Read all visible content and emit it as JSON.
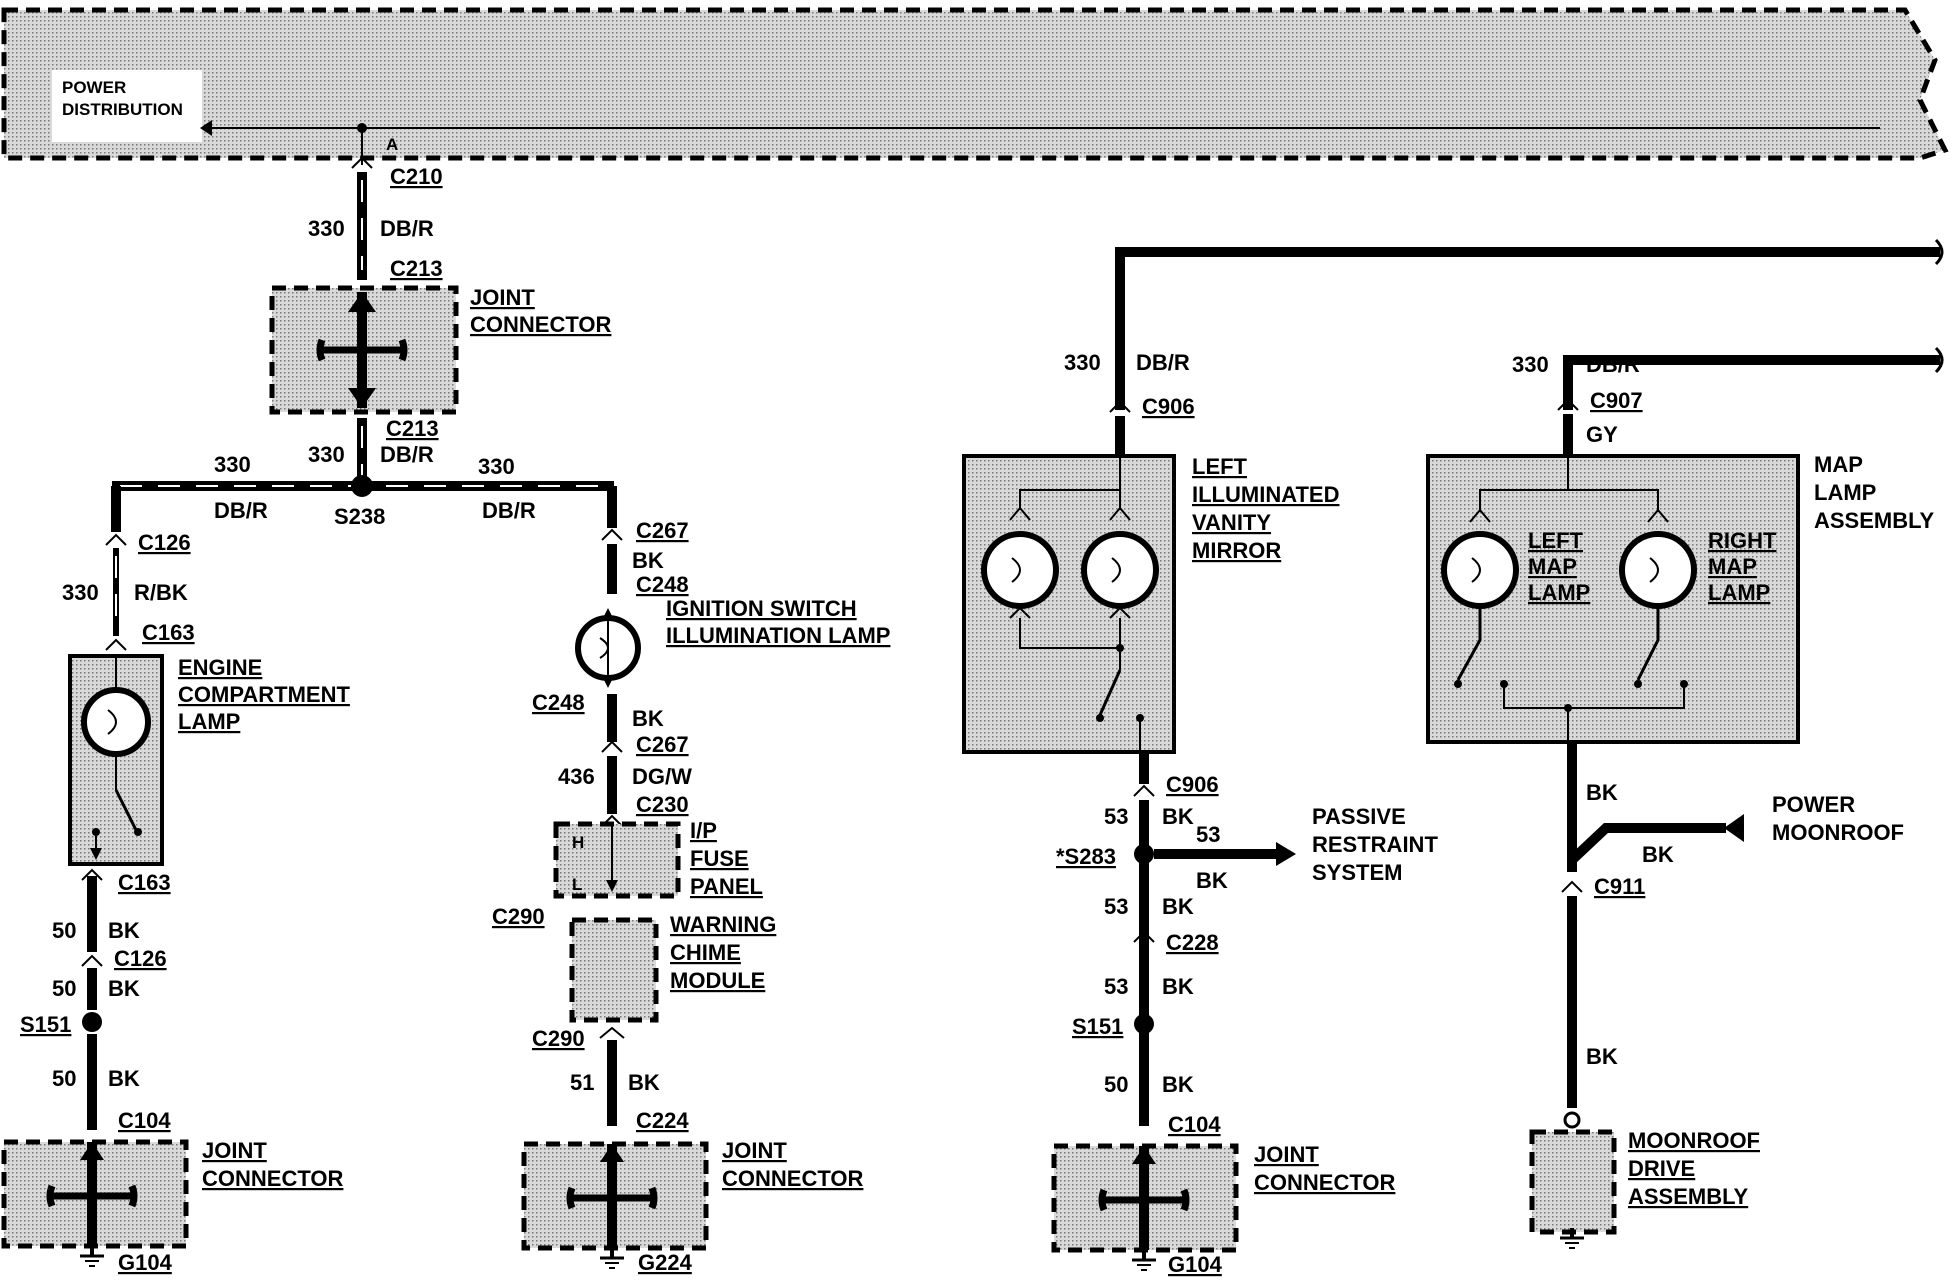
{
  "labels": {
    "power_distribution": [
      "POWER",
      "DISTRIBUTION"
    ],
    "pin_a": "A",
    "c210": "C210",
    "c213_top": "C213",
    "c213_bottom": "C213",
    "c126_top": "C126",
    "c163_top": "C163",
    "c163_bottom": "C163",
    "c126_bottom": "C126",
    "c104_left": "C104",
    "g104_left": "G104",
    "s151_left": "S151",
    "c267_top": "C267",
    "c248_top": "C248",
    "c248_bottom": "C248",
    "c267_bottom": "C267",
    "c230": "C230",
    "c290_top": "C290",
    "c290_bottom": "C290",
    "c224": "C224",
    "g224": "G224",
    "s238": "S238",
    "c906_top": "C906",
    "c906_bottom": "C906",
    "s283": "*S283",
    "c228": "C228",
    "s151_right": "S151",
    "c104_right": "C104",
    "g104_right": "G104",
    "c907": "C907",
    "c911": "C911"
  },
  "wire_labels": {
    "n330": "330",
    "dbr": "DB/R",
    "rbk": "R/BK",
    "bk": "BK",
    "n50": "50",
    "n436": "436",
    "dgw": "DG/W",
    "n51": "51",
    "n53": "53",
    "gy": "GY"
  },
  "components": {
    "joint_connector": [
      "JOINT",
      "CONNECTOR"
    ],
    "engine_lamp": [
      "ENGINE",
      "COMPARTMENT",
      "LAMP"
    ],
    "ignition_lamp": [
      "IGNITION SWITCH",
      "ILLUMINATION LAMP"
    ],
    "ip_fuse": [
      "I/P",
      "FUSE",
      "PANEL"
    ],
    "warning_chime": [
      "WARNING",
      "CHIME",
      "MODULE"
    ],
    "vanity_mirror": [
      "LEFT",
      "ILLUMINATED",
      "VANITY",
      "MIRROR"
    ],
    "passive_restraint": [
      "PASSIVE",
      "RESTRAINT",
      "SYSTEM"
    ],
    "map_lamp_assembly": [
      "MAP",
      "LAMP",
      "ASSEMBLY"
    ],
    "left_map_lamp": [
      "LEFT",
      "MAP",
      "LAMP"
    ],
    "right_map_lamp": [
      "RIGHT",
      "MAP",
      "LAMP"
    ],
    "power_moonroof": [
      "POWER",
      "MOONROOF"
    ],
    "moonroof_drive": [
      "MOONROOF",
      "DRIVE",
      "ASSEMBLY"
    ],
    "fuse_pin_h": "H",
    "fuse_pin_l": "L"
  }
}
